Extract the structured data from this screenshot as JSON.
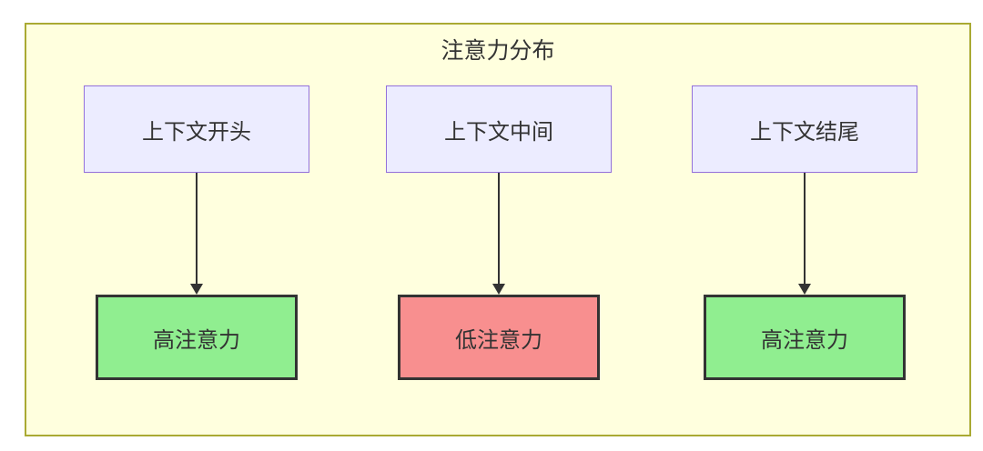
{
  "diagram": {
    "type": "flowchart",
    "title": "注意力分布",
    "colors": {
      "canvas": "#ffffff",
      "container_fill": "#ffffde",
      "container_border": "#aaaa33",
      "source_fill": "#ececff",
      "source_border": "#9370db",
      "high_fill": "#90ee90",
      "low_fill": "#f88f8f",
      "target_border": "#333333",
      "arrow": "#333333",
      "text": "#333333"
    },
    "columns": [
      {
        "source": {
          "label": "上下文开头"
        },
        "target": {
          "label": "高注意力",
          "level": "high"
        }
      },
      {
        "source": {
          "label": "上下文中间"
        },
        "target": {
          "label": "低注意力",
          "level": "low"
        }
      },
      {
        "source": {
          "label": "上下文结尾"
        },
        "target": {
          "label": "高注意力",
          "level": "high"
        }
      }
    ]
  }
}
